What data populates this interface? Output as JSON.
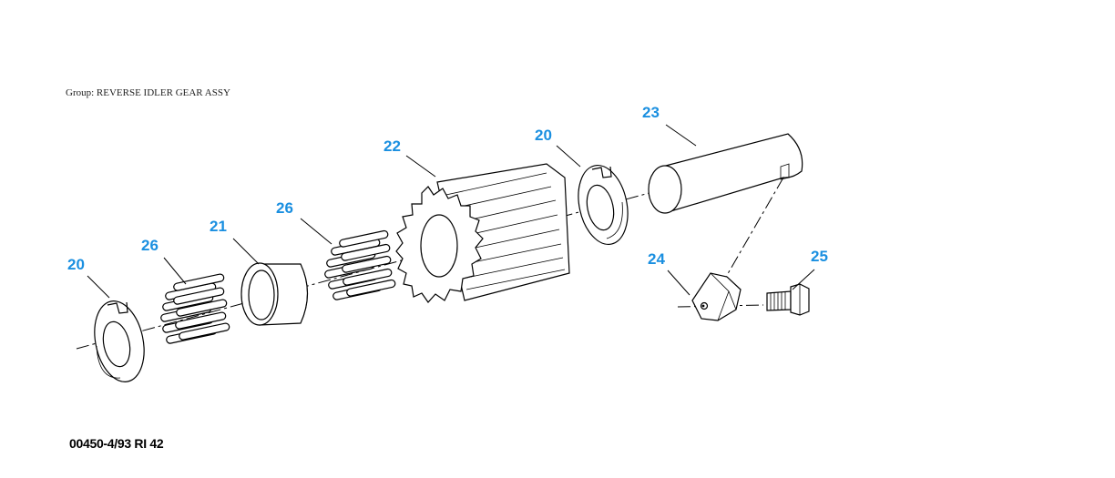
{
  "header": {
    "group_label": "Group: REVERSE IDLER GEAR ASSY"
  },
  "footer": {
    "reference": "00450-4/93 RI 42"
  },
  "colors": {
    "callout": "#1a8fe0",
    "line": "#000000"
  },
  "callouts": {
    "washer_left": "20",
    "rollers_left": "26",
    "bushing": "21",
    "rollers_right": "26",
    "gear": "22",
    "washer_right": "20",
    "shaft": "23",
    "lock_plate": "24",
    "bolt": "25"
  }
}
